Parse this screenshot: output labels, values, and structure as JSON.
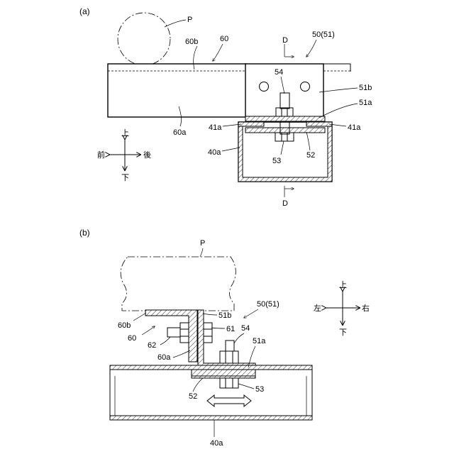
{
  "panels": {
    "a": "(a)",
    "b": "(b)"
  },
  "fig_a": {
    "P": "P",
    "l60b": "60b",
    "l60": "60",
    "l5051": "50(51)",
    "D_top": "D",
    "D_bottom": "D",
    "l54": "54",
    "l51b": "51b",
    "l51a": "51a",
    "l41a_left": "41a",
    "l41a_right": "41a",
    "l60a": "60a",
    "l40a": "40a",
    "l53": "53",
    "l52": "52",
    "axes": {
      "up": "上",
      "down": "下",
      "front": "前",
      "rear": "後"
    }
  },
  "fig_b": {
    "P": "P",
    "l60b": "60b",
    "l60": "60",
    "l62": "62",
    "l60a": "60a",
    "l51b": "51b",
    "l61": "61",
    "l5051": "50(51)",
    "l54": "54",
    "l51a": "51a",
    "l52": "52",
    "l53": "53",
    "l40a": "40a",
    "axes": {
      "up": "上",
      "down": "下",
      "left": "左",
      "right": "右"
    }
  }
}
